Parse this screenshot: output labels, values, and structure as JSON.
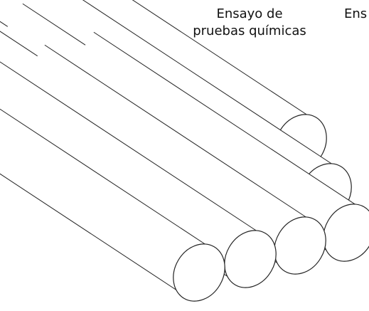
{
  "labels": {
    "primary_line1": "Ensayo de",
    "primary_line2": "pruebas químicas",
    "secondary_partial": "Ens"
  },
  "colors": {
    "stroke": "#222222",
    "fill": "#ffffff",
    "text": "#111111"
  }
}
